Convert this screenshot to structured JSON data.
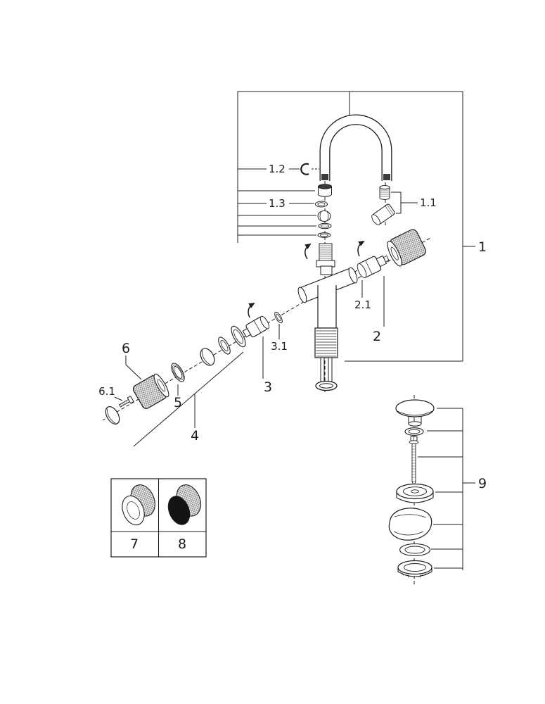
{
  "diagram": {
    "kind": "faucet-exploded-parts-diagram",
    "background_color": "#ffffff",
    "line_color": "#1d1d1b"
  },
  "callouts": [
    {
      "part": "spout-assembly",
      "label": "1"
    },
    {
      "part": "spout-outlet-set",
      "label": "1.1"
    },
    {
      "part": "retaining-clip",
      "label": "1.2"
    },
    {
      "part": "seal-set",
      "label": "1.3"
    },
    {
      "part": "handle-assembly-right",
      "label": "2"
    },
    {
      "part": "cartridge-right",
      "label": "2.1"
    },
    {
      "part": "cartridge-left",
      "label": "3"
    },
    {
      "part": "o-ring-small",
      "label": "3.1"
    },
    {
      "part": "escutcheon-set",
      "label": "4"
    },
    {
      "part": "washer-ring",
      "label": "5"
    },
    {
      "part": "handle-assembly-left",
      "label": "6"
    },
    {
      "part": "cover-cap",
      "label": "6.1"
    },
    {
      "part": "knurled-cap-variant-a",
      "label": "7"
    },
    {
      "part": "knurled-cap-variant-b",
      "label": "8"
    },
    {
      "part": "drain-assembly",
      "label": "9"
    }
  ]
}
